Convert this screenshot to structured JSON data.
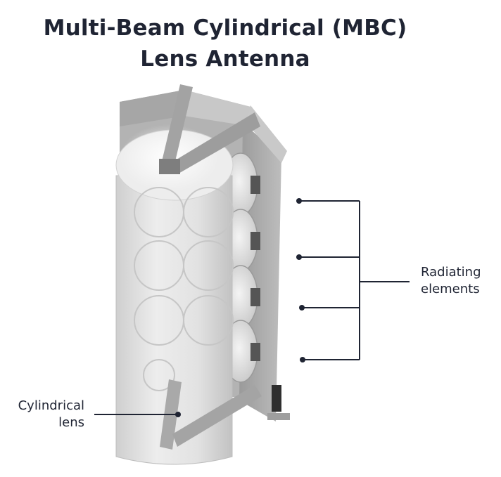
{
  "title": {
    "line1": "Multi-Beam Cylindrical (MBC)",
    "line2": "Lens Antenna"
  },
  "callouts": {
    "radiating": {
      "line1": "Radiating",
      "line2": "elements"
    },
    "lens": {
      "line1": "Cylindrical",
      "line2": "lens"
    }
  },
  "colors": {
    "text": "#1f2433",
    "leader": "#1f2433",
    "frame": "#8c8c8c",
    "lens": "#e4e4e4"
  }
}
